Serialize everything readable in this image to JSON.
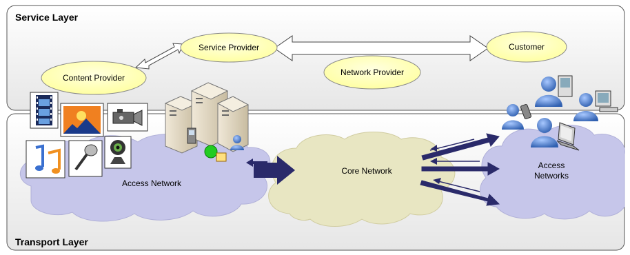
{
  "layers": {
    "service": "Service Layer",
    "transport": "Transport Layer"
  },
  "actors": {
    "service_provider": "Service Provider",
    "content_provider": "Content Provider",
    "network_provider": "Network Provider",
    "customer": "Customer"
  },
  "networks": {
    "access_left": "Access Network",
    "core": "Core Network",
    "access_right_line1": "Access",
    "access_right_line2": "Networks"
  },
  "icons": [
    "film-icon",
    "photo-icon",
    "video-camera-icon",
    "music-icon",
    "microphone-icon",
    "webcam-icon",
    "server-icon",
    "user-icon",
    "laptop-icon",
    "desktop-icon",
    "phone-icon"
  ],
  "colors": {
    "oval_fill": "#ffffc0",
    "cloud_fill": "#c8c8e8",
    "core_cloud_fill": "#e8e4c0",
    "arrow_fill": "#2a2a6a"
  }
}
